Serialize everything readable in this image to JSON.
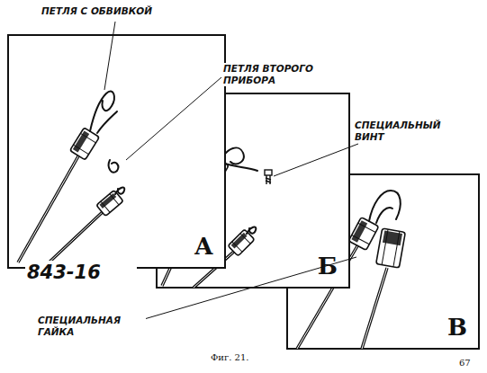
{
  "diagram": {
    "caption": "Фиг. 21.",
    "nodes": [
      {
        "text": [
          "А"
        ]
      },
      {
        "text": [
          "Б"
        ]
      },
      {
        "text": [
          "В"
        ]
      }
    ],
    "labels": [
      "ПЕТЛЯ С ОБВИВКОЙ",
      "ПЕТЛЯ ВТОРОГО ПРИБОРА",
      "СПЕЦИАЛЬНЫЙ ВИНТ",
      "843-16",
      "СПЕЦИАЛЬНАЯ ГАЙКА",
      "67"
    ]
  }
}
